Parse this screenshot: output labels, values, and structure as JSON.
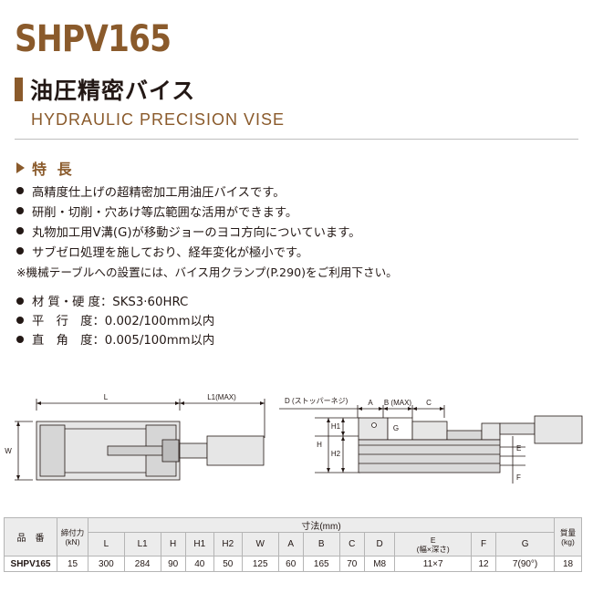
{
  "header": {
    "model": "SHPV165",
    "title_jp": "油圧精密バイス",
    "title_en": "HYDRAULIC PRECISION VISE"
  },
  "features": {
    "heading": "特 長",
    "items": [
      "高精度仕上げの超精密加工用油圧バイスです。",
      "研削・切削・穴あけ等広範囲な活用ができます。",
      "丸物加工用V溝(G)が移動ジョーのヨコ方向についています。",
      "サブゼロ処理を施しており、経年変化が極小です。"
    ],
    "note": "※機械テーブルへの設置には、バイス用クランプ(P.290)をご利用下さい。"
  },
  "specs": [
    {
      "label": "材 質・硬 度",
      "value": "：SKS3·60HRC"
    },
    {
      "label": "平　行　度",
      "value": "：0.002/100mm以内"
    },
    {
      "label": "直　角　度",
      "value": "：0.005/100mm以内"
    }
  ],
  "drawing": {
    "top_labels": {
      "L": "L",
      "L1": "L1(MAX)",
      "W": "W"
    },
    "side_labels": {
      "D": "D (ストッパーネジ)",
      "A": "A",
      "B": "B (MAX)",
      "C": "C",
      "H": "H",
      "H1": "H1",
      "H2": "H2",
      "G": "G",
      "E": "E",
      "F": "F"
    }
  },
  "table": {
    "col_name": "品　番",
    "col_force": "締付力",
    "col_force_unit": "(kN)",
    "col_dims": "寸法(mm)",
    "col_weight": "質量",
    "col_weight_unit": "(kg)",
    "dim_cols": [
      "L",
      "L1",
      "H",
      "H1",
      "H2",
      "W",
      "A",
      "B",
      "C",
      "D",
      "E",
      "F",
      "G"
    ],
    "e_sub": "(幅×深さ)",
    "rows": [
      {
        "name": "SHPV165",
        "force": "15",
        "dims": [
          "300",
          "284",
          "90",
          "40",
          "50",
          "125",
          "60",
          "165",
          "70",
          "M8",
          "11×7",
          "12",
          "7(90°)"
        ],
        "weight": "18"
      }
    ]
  },
  "colors": {
    "accent": "#8a5a2b",
    "text": "#231815",
    "header_bg": "#ececec"
  }
}
